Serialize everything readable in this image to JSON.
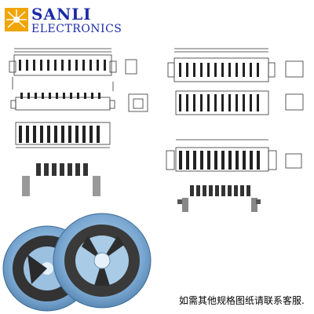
{
  "brand": {
    "name_line1": "SANLI",
    "name_line2": "ELECTRONICS",
    "logo_color": "#f0a500",
    "text_color": "#1a2aa6"
  },
  "footer": {
    "note": "如需其他规格图纸请联系客服."
  }
}
